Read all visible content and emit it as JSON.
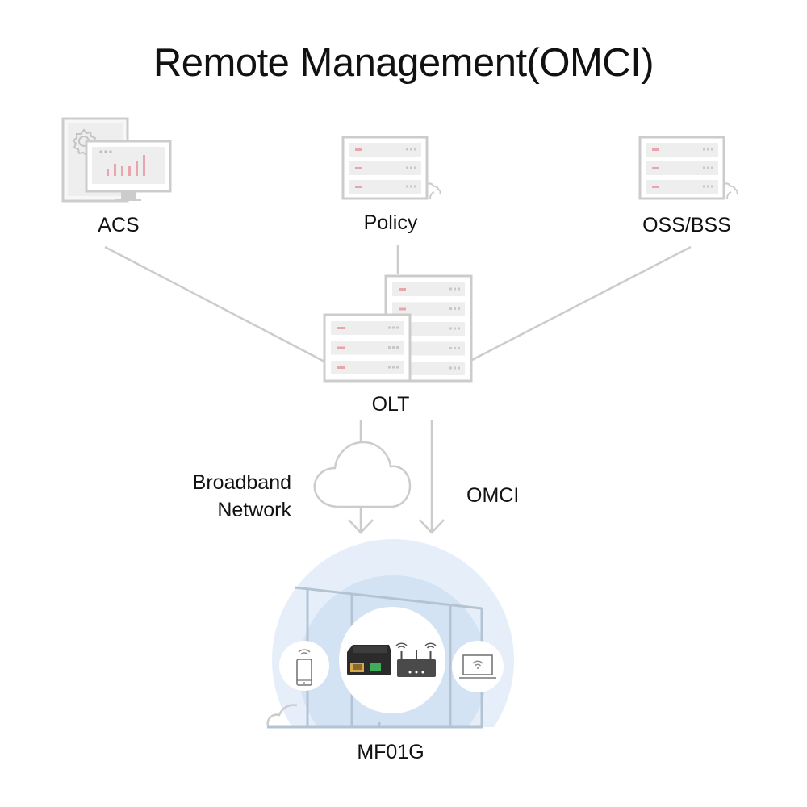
{
  "title": "Remote Management(OMCI)",
  "nodes": {
    "acs": {
      "label": "ACS",
      "icon": "monitor-chart-icon"
    },
    "policy": {
      "label": "Policy",
      "icon": "server-icon"
    },
    "oss_bss": {
      "label": "OSS/BSS",
      "icon": "server-icon"
    },
    "olt": {
      "label": "OLT",
      "icon": "server-stack-icon"
    },
    "mf01g": {
      "label": "MF01G",
      "icon": "home-network-icon"
    }
  },
  "links": {
    "broadband": {
      "label_line1": "Broadband",
      "label_line2": "Network",
      "icon": "cloud-icon"
    },
    "omci": {
      "label": "OMCI"
    }
  },
  "home_devices": [
    "smartphone",
    "mf01g-media-converter",
    "wifi-router",
    "laptop"
  ],
  "colors": {
    "line": "#cccccc",
    "panel": "#eeeeee",
    "accent_red": "#e8a5ab",
    "dots": "#c8c8c8",
    "halo_outer": "#e6eff9",
    "halo_inner": "#d3e3f3",
    "house_line": "#b3c3d3",
    "device_dark": "#3a3a3a",
    "port_yellow": "#d9a84a",
    "port_green": "#3fae5a"
  }
}
